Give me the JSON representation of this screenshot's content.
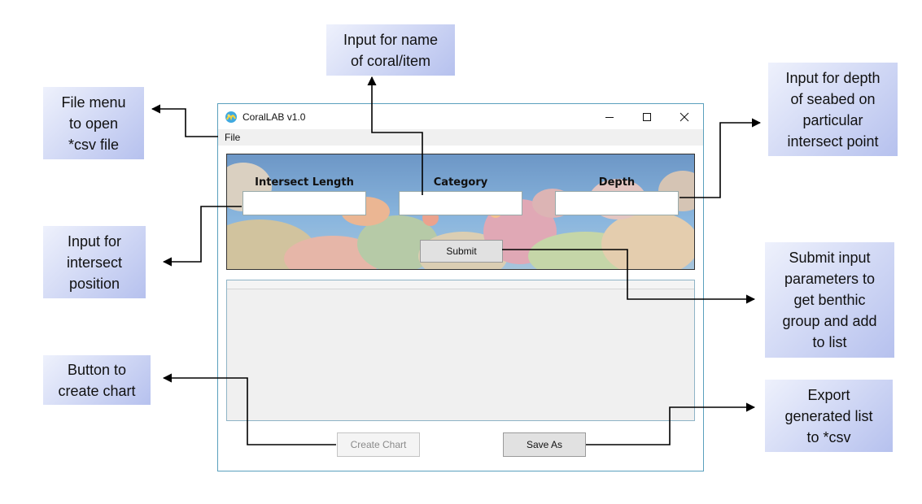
{
  "callouts": {
    "name_input": "Input for name\nof coral/item",
    "file_menu": "File menu\nto open\n*csv file",
    "depth_input": "Input for depth\nof seabed on\nparticular\nintersect point",
    "intersect_input": "Input for\nintersect\nposition",
    "submit": "Submit input\nparameters to\nget benthic\ngroup and add\nto list",
    "create_chart": "Button to\ncreate chart",
    "export": "Export\ngenerated list\nto *csv"
  },
  "window": {
    "title": "CoralLAB v1.0",
    "icon": "coral-app-icon",
    "menu": {
      "file": "File"
    },
    "controls": {
      "minimize_icon": "minimize-icon",
      "maximize_icon": "maximize-icon",
      "close_icon": "close-icon"
    }
  },
  "form": {
    "intersect_label": "Intersect Length",
    "intersect_value": "",
    "category_label": "Category",
    "category_value": "",
    "depth_label": "Depth",
    "depth_value": "",
    "submit_label": "Submit"
  },
  "list": {
    "items": []
  },
  "buttons": {
    "create_chart": "Create Chart",
    "create_chart_enabled": false,
    "save_as": "Save As"
  },
  "colors": {
    "callout_light": "#eef1fc",
    "callout_dark": "#b6c1ee",
    "window_border": "#5aa0bd",
    "water": "#2d6fb0"
  }
}
